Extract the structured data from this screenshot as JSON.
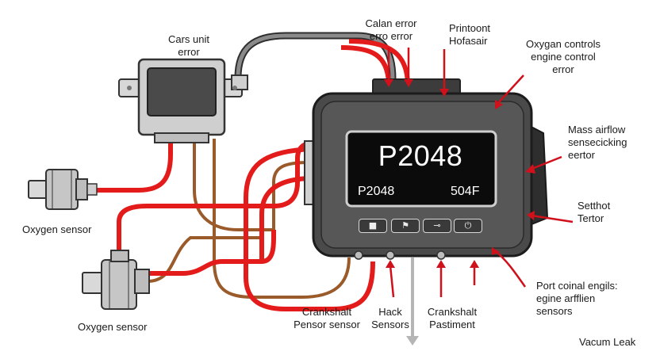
{
  "colors": {
    "wire_red": "#e31b1b",
    "wire_brown": "#9a5a2a",
    "housing": "#4a4a4a",
    "screen": "#0b0b0b",
    "arrow": "#d0101a"
  },
  "screen": {
    "main_code": "P2048",
    "left_code": "P2048",
    "right_code": "504F"
  },
  "buttons": [
    {
      "icon": "square-stop-icon",
      "glyph": "■"
    },
    {
      "icon": "flag-icon",
      "glyph": "⚑"
    },
    {
      "icon": "key-icon",
      "glyph": "⊸"
    },
    {
      "icon": "power-icon",
      "glyph": "⏻"
    }
  ],
  "labels": {
    "cars_unit": [
      "Cars unit",
      "error"
    ],
    "calan": [
      "Calan error",
      "erro error"
    ],
    "printoont": [
      "Printoont",
      "Hofasair"
    ],
    "oxygan_controls": [
      "Oxygan controls",
      "engine control",
      "error"
    ],
    "mass_airflow": [
      "Mass airflow",
      "sensecicking",
      "eertor"
    ],
    "setthot": [
      "Setthot",
      "Tertor"
    ],
    "oxygen_sensor_top": "Oxygen sensor",
    "oxygen_sensor_bottom": "Oxygen sensor",
    "crankshalt_pensor": [
      "Crankshalt",
      "Pensor sensor"
    ],
    "hack_sensors": [
      "Hack",
      "Sensors"
    ],
    "crankshalt_pastiment": [
      "Crankshalt",
      "Pastiment"
    ],
    "port_coinal": [
      "Port coinal engils:",
      "egine arfflien",
      "sensors"
    ],
    "vacum_leak": "Vacum Leak"
  }
}
